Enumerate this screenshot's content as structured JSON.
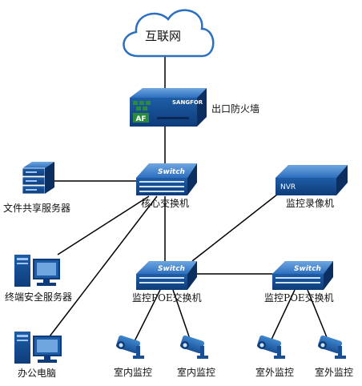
{
  "internet": {
    "label": "互联网"
  },
  "firewall": {
    "label": "出口防火墙",
    "brand": "SANGFOR",
    "badge": "AF"
  },
  "core_switch": {
    "label": "核心交换机",
    "brand": "Switch"
  },
  "nvr": {
    "label": "监控录像机",
    "badge": "NVR"
  },
  "file_server": {
    "label": "文件共享服务器"
  },
  "endpoint_server": {
    "label": "终端安全服务器"
  },
  "office_pc": {
    "label": "办公电脑"
  },
  "poe_switch_1": {
    "label": "监控POE交换机",
    "brand": "Switch"
  },
  "poe_switch_2": {
    "label": "监控POE交换机",
    "brand": "Switch"
  },
  "cameras": [
    {
      "label": "室内监控"
    },
    {
      "label": "室内监控"
    },
    {
      "label": "室外监控"
    },
    {
      "label": "室外监控"
    }
  ],
  "colors": {
    "device_blue": "#1f5fa8",
    "device_dark": "#0f3f7f",
    "line": "#000000",
    "cloud_stroke": "#2a6fc0"
  }
}
